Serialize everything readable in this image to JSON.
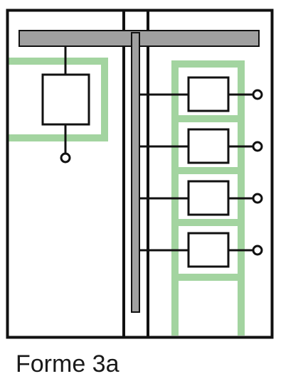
{
  "caption": "Forme 3a",
  "colors": {
    "frame": "#111111",
    "busbar": "#a0a0a0",
    "separation": "#a3d4a0",
    "background": "#ffffff"
  },
  "components": {
    "left_compartment_units": 1,
    "right_compartment_units": 4,
    "outgoing_terminals": 5
  }
}
